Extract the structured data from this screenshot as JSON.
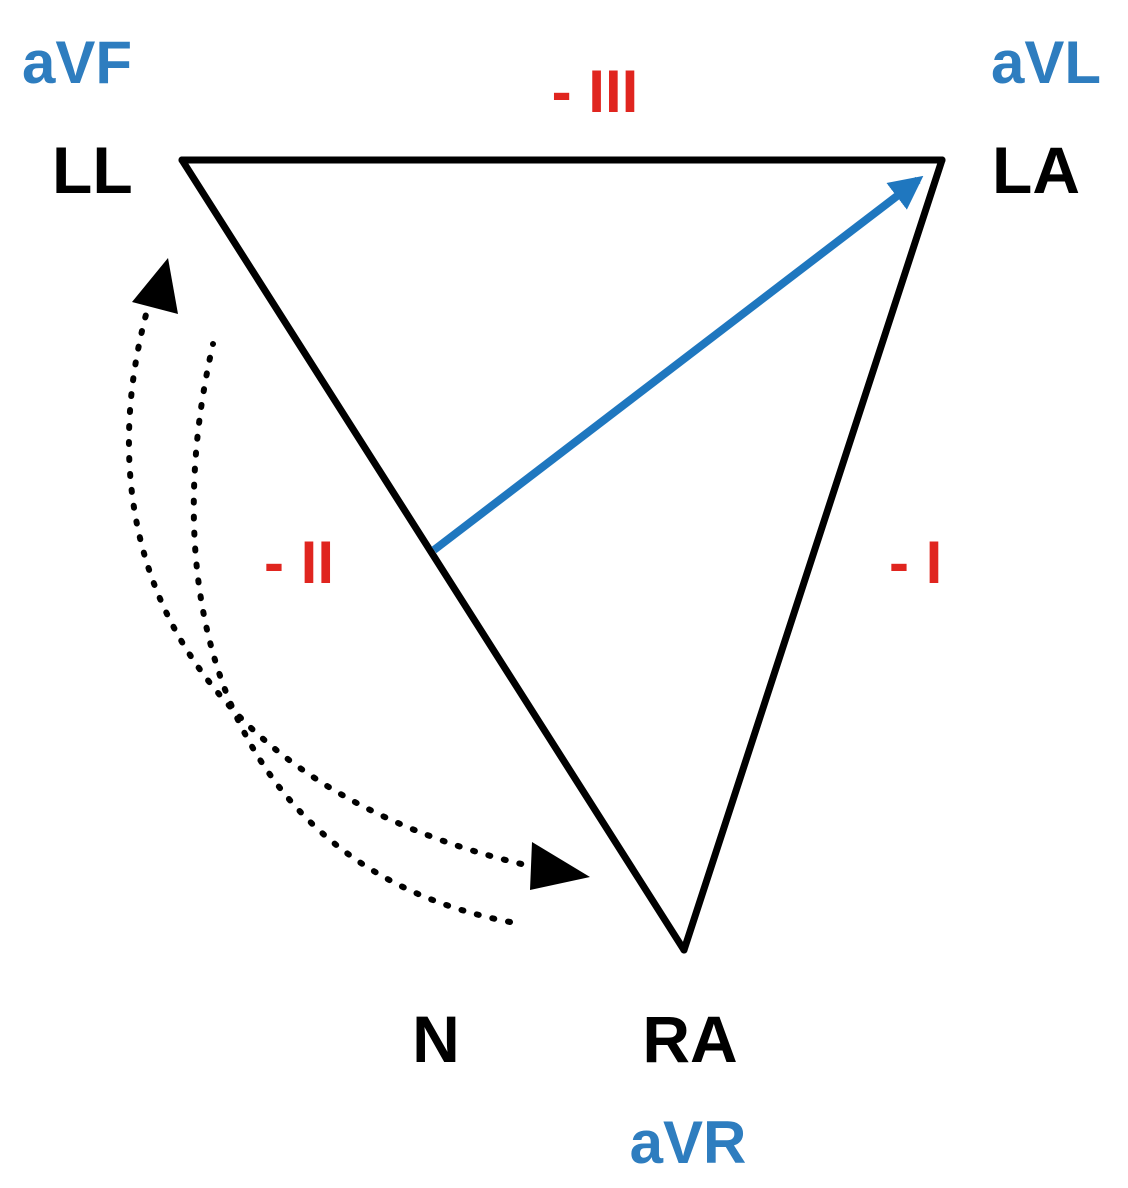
{
  "colors": {
    "line": "#000000",
    "vector": "#1f77bf",
    "augmented_label": "#2e7dbf",
    "lead_label": "#e0251f"
  },
  "electrodes": {
    "left_leg": "LL",
    "left_arm": "LA",
    "right_arm": "RA",
    "neutral": "N"
  },
  "augmented_leads": {
    "avf": "aVF",
    "avl": "aVL",
    "avr": "aVR"
  },
  "limb_leads": {
    "lead_iii": "- III",
    "lead_ii": "- II",
    "lead_i": "- I"
  }
}
